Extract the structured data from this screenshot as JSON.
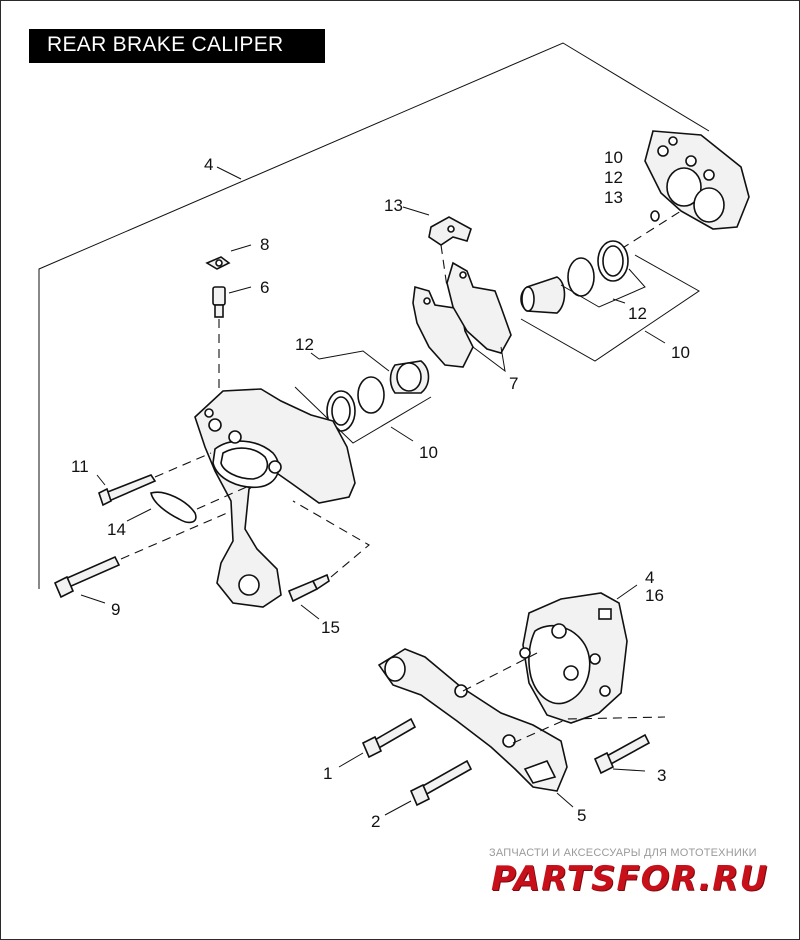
{
  "title": "REAR BRAKE CALIPER",
  "callouts": {
    "c4_top": "4",
    "c10_a": "10",
    "c12_a": "12",
    "c13_a": "13",
    "c13_b": "13",
    "c8": "8",
    "c6": "6",
    "c12_b": "12",
    "c10_b": "10",
    "c7": "7",
    "c12_c": "12",
    "c10_c": "10",
    "c11": "11",
    "c14": "14",
    "c9": "9",
    "c15": "15",
    "c4_b": "4",
    "c16": "16",
    "c1": "1",
    "c2": "2",
    "c3": "3",
    "c5": "5"
  },
  "watermark": {
    "tagline": "ЗАПЧАСТИ И АКСЕССУАРЫ ДЛЯ МОТОТЕХНИКИ",
    "brand": "PARTSFOR.RU"
  }
}
